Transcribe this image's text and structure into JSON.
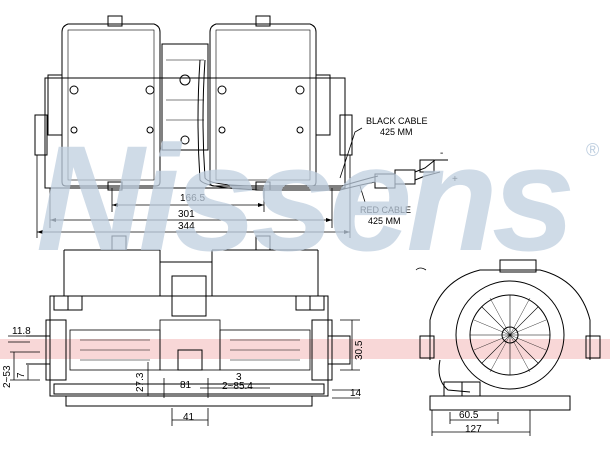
{
  "watermark": {
    "text": "Nissens",
    "registered": "®"
  },
  "top_view": {
    "dims": {
      "d1": "166.5",
      "d2": "301",
      "d3": "344"
    }
  },
  "cables": {
    "black": {
      "line1": "BLACK CABLE",
      "line2": "425 MM",
      "sign": "-"
    },
    "red": {
      "line1": "RED CABLE",
      "line2": "425 MM",
      "sign": "+"
    }
  },
  "front_view": {
    "dims": {
      "d_11_8": "11.8",
      "d_2_53": "2~53",
      "d_7": "7",
      "d_27_3": "27.3",
      "d_81": "81",
      "d_3": "3",
      "d_2_85_4": "2~85.4",
      "d_41": "41",
      "d_30_5": "30.5",
      "d_14": "14"
    }
  },
  "side_view": {
    "dims": {
      "d_60_5": "60.5",
      "d_127": "127"
    }
  },
  "colors": {
    "line": "#000000",
    "watermark": "#bfcfe0",
    "band": "#f5c6c6"
  }
}
